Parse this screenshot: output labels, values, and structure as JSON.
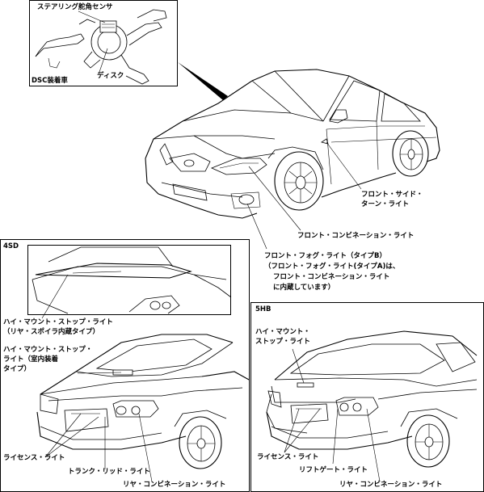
{
  "inset_top": {
    "sensor_label": "ステアリング舵角センサ",
    "disc_label": "ディスク",
    "dsc_label": "DSC装着車"
  },
  "main_car": {
    "front_side_turn_line1": "フロント・サイド・",
    "front_side_turn_line2": "ターン・ライト",
    "front_combination": "フロント・コンビネーション・ライト",
    "fog_line1": "フロント・フォグ・ライト（タイプB）",
    "fog_line2": "（フロント・フォグ・ライト(タイプA)は、",
    "fog_line3": "フロント・コンビネーション・ライト",
    "fog_line4": "に内蔵しています）"
  },
  "sedan_panel": {
    "tag": "4SD",
    "hms_spoiler_line1": "ハイ・マウント・ストップ・ライト",
    "hms_spoiler_line2": "（リヤ・スポイラ内蔵タイプ）",
    "hms_interior_line1": "ハイ・マウント・ストップ・",
    "hms_interior_line2": "ライト（室内装着",
    "hms_interior_line3": "タイプ）",
    "license": "ライセンス・ライト",
    "trunk_lid": "トランク・リッド・ライト",
    "rear_combination": "リヤ・コンビネーション・ライト"
  },
  "hatch_panel": {
    "tag": "5HB",
    "hms_line1": "ハイ・マウント・",
    "hms_line2": "ストップ・ライト",
    "license": "ライセンス・ライト",
    "liftgate": "リフトゲート・ライト",
    "rear_combination": "リヤ・コンビネーション・ライト"
  }
}
